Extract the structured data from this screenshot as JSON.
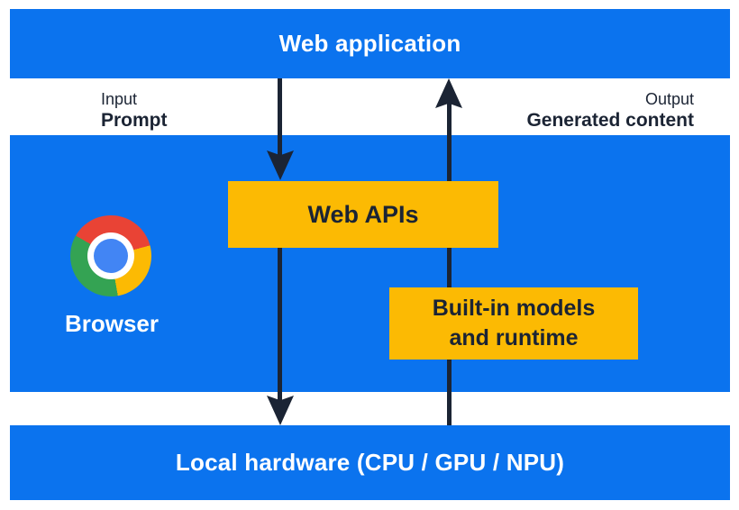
{
  "colors": {
    "blue": "#0b73ee",
    "yellow": "#fcba03",
    "dark_navy": "#1b2434",
    "white": "#ffffff",
    "chrome_red": "#e94335",
    "chrome_green": "#34a353",
    "chrome_yellow": "#fcba03",
    "chrome_center_blue": "#4285f4"
  },
  "layers": {
    "web_application": "Web application",
    "local_hardware": "Local hardware (CPU / GPU / NPU)"
  },
  "io": {
    "input_label": "Input",
    "input_value": "Prompt",
    "output_label": "Output",
    "output_value": "Generated content"
  },
  "browser": {
    "label": "Browser",
    "icon": "chrome-icon"
  },
  "components": {
    "web_apis": "Web APIs",
    "builtin_models_line1": "Built-in models",
    "builtin_models_line2": "and runtime"
  }
}
